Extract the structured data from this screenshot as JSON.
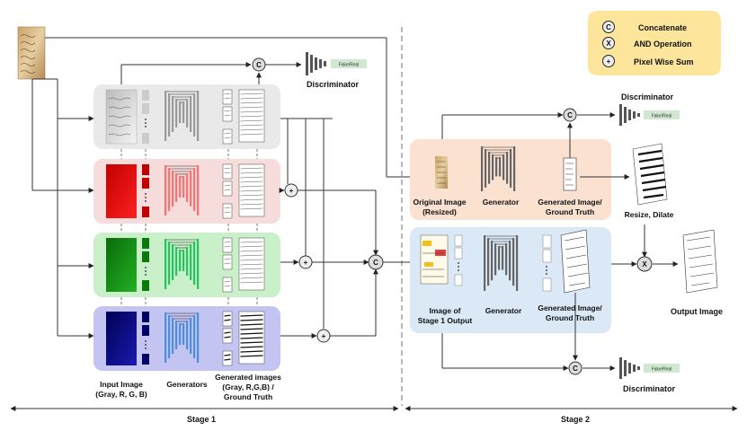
{
  "legend": {
    "items": [
      {
        "symbol": "C",
        "label": "Concatenate"
      },
      {
        "symbol": "X",
        "label": "AND Operation"
      },
      {
        "symbol": "+",
        "label": "Pixel Wise Sum"
      }
    ]
  },
  "stage1": {
    "discriminator_label": "Discriminator",
    "fake_real": "Fake/Real",
    "input_label_line1": "Input Image",
    "input_label_line2": "(Gray, R, G, B)",
    "generators_label": "Generators",
    "generated_label_line1": "Generated images",
    "generated_label_line2": "(Gray, R,G,B) /",
    "generated_label_line3": "Ground Truth",
    "stage_label": "Stage 1"
  },
  "stage2": {
    "top_discriminator_label": "Discriminator",
    "top_fake_real": "Fake/Real",
    "original_line1": "Original Image",
    "original_line2": "(Resized)",
    "generator_label": "Generator",
    "generated_line1": "Generated Image/",
    "generated_line2": "Ground Truth",
    "resize_dilate": "Resize, Dilate",
    "stage1_output_line1": "Image of",
    "stage1_output_line2": "Stage 1 Output",
    "bottom_generator_label": "Generator",
    "bottom_generated_line1": "Generated Image/",
    "bottom_generated_line2": "Ground Truth",
    "output_image": "Output Image",
    "bottom_discriminator_label": "Discriminator",
    "bottom_fake_real": "Fake/Real",
    "stage_label": "Stage 2"
  },
  "colors": {
    "gray_band": "#e9e9e9",
    "red_band": "#f7dcdc",
    "green_band": "#c9f0c9",
    "blue_band": "#c4c4f2",
    "orange_band": "#fbe1d0",
    "lightblue_band": "#dbe8f6",
    "legend_bg": "#fde59b"
  }
}
